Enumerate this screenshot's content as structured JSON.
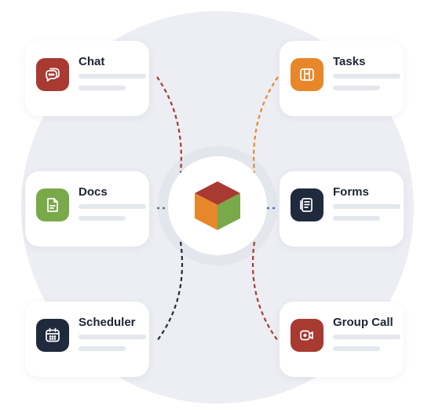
{
  "nodes": [
    {
      "id": "chat",
      "label": "Chat",
      "color": "#a83a32",
      "icon": "chat-bubbles-icon"
    },
    {
      "id": "tasks",
      "label": "Tasks",
      "color": "#e8872a",
      "icon": "tasks-icon"
    },
    {
      "id": "docs",
      "label": "Docs",
      "color": "#7aa94a",
      "icon": "document-icon"
    },
    {
      "id": "forms",
      "label": "Forms",
      "color": "#1f2a3c",
      "icon": "forms-icon"
    },
    {
      "id": "scheduler",
      "label": "Scheduler",
      "color": "#1f2a3c",
      "icon": "calendar-icon"
    },
    {
      "id": "group_call",
      "label": "Group Call",
      "color": "#a83a32",
      "icon": "video-call-icon"
    }
  ],
  "hub": {
    "icon": "cube-logo-icon",
    "colors": [
      "#a83a32",
      "#e8872a",
      "#7aa94a"
    ]
  },
  "connector_colors": {
    "chat": "#a83a32",
    "tasks": "#e8872a",
    "docs": "#5a6b85",
    "forms": "#3b6fd0",
    "scheduler": "#1f2a3c",
    "group_call": "#a83a32"
  },
  "background": {
    "blob_color": "#eceef3",
    "ring_color": "#e3e6ec"
  }
}
